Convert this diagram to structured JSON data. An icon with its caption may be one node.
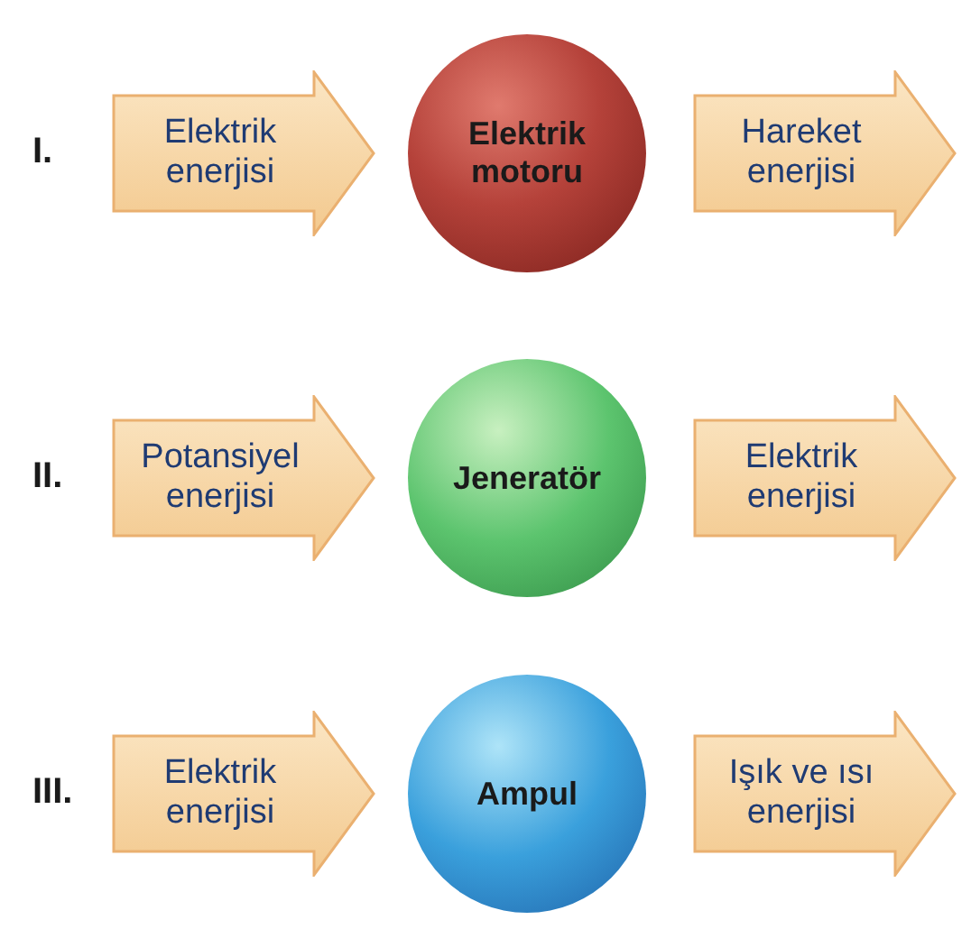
{
  "diagram": {
    "nodes": [
      {
        "text": [
          "Elektrik enerjisi"
        ]
      },
      {
        "text": [
          "Elektrik motoru"
        ]
      },
      {
        "text": [
          "Hareket enerjisi"
        ]
      },
      {
        "text": [
          "Potansiyel enerjisi"
        ]
      },
      {
        "text": [
          "Jeneratör"
        ]
      },
      {
        "text": [
          "Elektrik enerjisi"
        ]
      },
      {
        "text": [
          "Elektrik enerjisi"
        ]
      },
      {
        "text": [
          "Ampul"
        ]
      },
      {
        "text": [
          "Işık ve ısı enerjisi"
        ]
      }
    ],
    "labels": [
      "I.",
      "II.",
      "III."
    ]
  }
}
